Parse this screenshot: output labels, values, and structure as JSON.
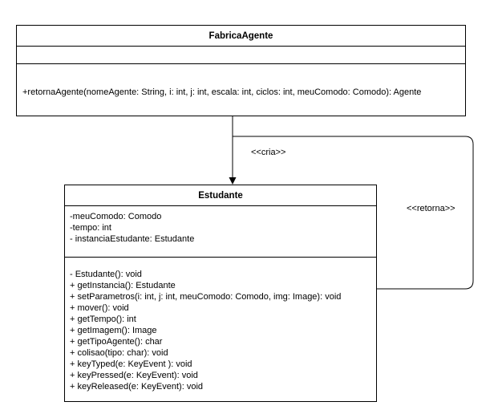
{
  "fabrica": {
    "name": "FabricaAgente",
    "attributes": [],
    "methods": [
      "+retornaAgente(nomeAgente: String, i: int, j: int, escala: int, ciclos: int, meuComodo: Comodo): Agente"
    ]
  },
  "estudante": {
    "name": "Estudante",
    "attributes": [
      "-meuComodo: Comodo",
      "-tempo: int",
      "- instanciaEstudante: Estudante"
    ],
    "methods": [
      "- Estudante(): void",
      "+ getInstancia(): Estudante",
      "+ setParametros(i: int, j: int, meuComodo: Comodo, img: Image): void",
      "+ mover(): void",
      "+ getTempo(): int",
      "+ getImagem(): Image",
      "+ getTipoAgente(): char",
      "+ colisao(tipo: char): void",
      "+ keyTyped(e: KeyEvent ): void",
      "+ keyPressed(e: KeyEvent): void",
      "+ keyReleased(e: KeyEvent): void"
    ]
  },
  "relations": {
    "cria": "<<cria>>",
    "retorna": "<<retorna>>"
  }
}
